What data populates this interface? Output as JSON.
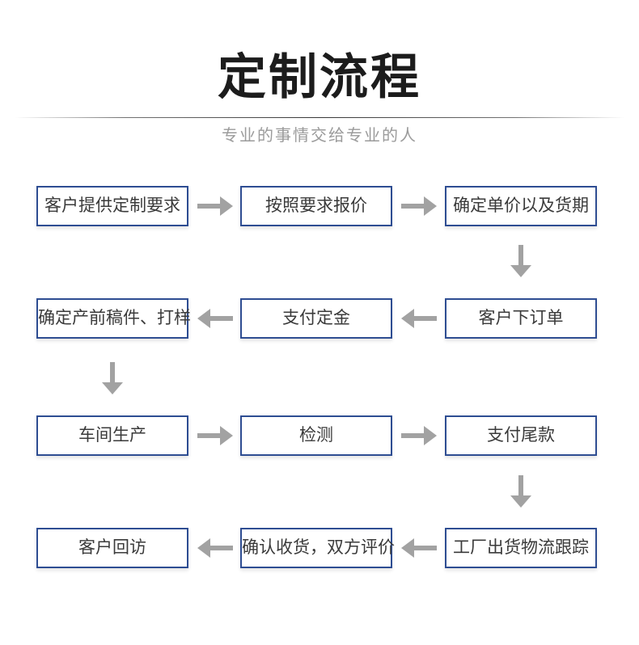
{
  "page": {
    "title": "定制流程",
    "subtitle": "专业的事情交给专业的人"
  },
  "colors": {
    "background": "#ffffff",
    "title_text": "#1c1c1c",
    "subtitle_text": "#9b9b9b",
    "box_border": "#2e4d92",
    "box_text": "#3a3a3a",
    "arrow": "#a2a2a2"
  },
  "icons": {
    "right": "arrow-right-icon",
    "left": "arrow-left-icon",
    "down": "arrow-down-icon"
  },
  "flow": {
    "rows": [
      {
        "direction": "right",
        "steps": [
          "客户提供定制要求",
          "按照要求报价",
          "确定单价以及货期"
        ]
      },
      {
        "direction": "left",
        "steps": [
          "确定产前稿件、打样",
          "支付定金",
          "客户下订单"
        ]
      },
      {
        "direction": "right",
        "steps": [
          "车间生产",
          "检测",
          "支付尾款"
        ]
      },
      {
        "direction": "left",
        "steps": [
          "客户回访",
          "确认收货，双方评价",
          "工厂出货物流跟踪"
        ]
      }
    ],
    "connectors": [
      {
        "after_row": 1,
        "at_column": 3,
        "direction": "down"
      },
      {
        "after_row": 2,
        "at_column": 1,
        "direction": "down"
      },
      {
        "after_row": 3,
        "at_column": 3,
        "direction": "down"
      }
    ]
  }
}
